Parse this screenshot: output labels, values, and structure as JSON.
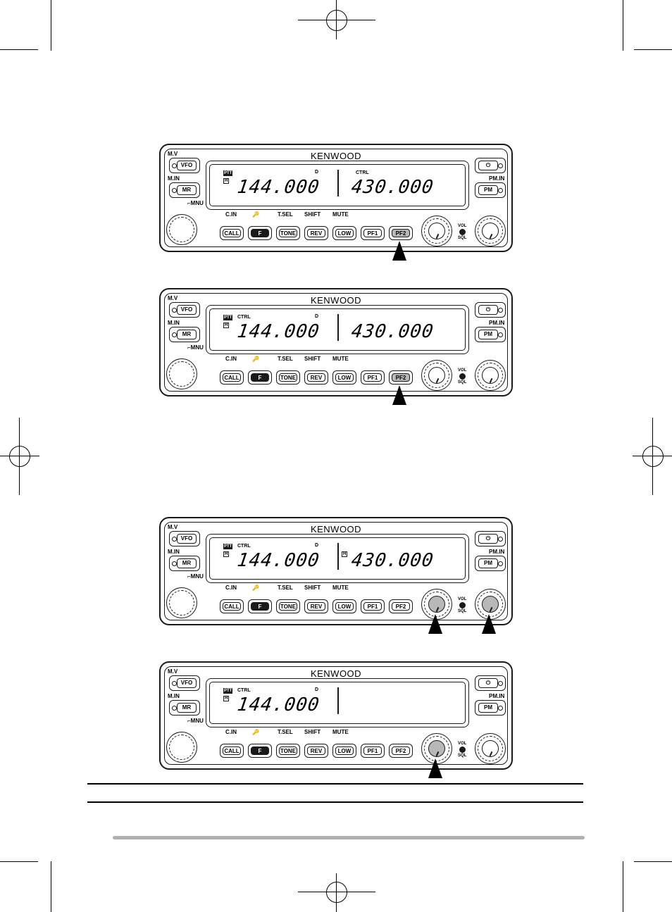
{
  "brand": "KENWOOD",
  "labels": {
    "mv": "M.V",
    "min": "M.IN",
    "mnu": "MNU",
    "pmin": "PM.IN",
    "cin": "C.IN",
    "tsel": "T.SEL",
    "shift": "SHIFT",
    "mute": "MUTE",
    "vol": "VOL",
    "sql": "SQL",
    "ptt": "PTT",
    "h": "H",
    "ctrl": "CTRL",
    "d": "D"
  },
  "side_buttons": {
    "vfo": "VFO",
    "mr": "MR",
    "power": "⏻",
    "pm": "PM"
  },
  "keys": [
    "CALL",
    "F",
    "TONE",
    "REV",
    "LOW",
    "PF1",
    "PF2"
  ],
  "panels": [
    {
      "left_freq": "144.000",
      "right_freq": "430.000",
      "left_ctrl": "",
      "right_ctrl": "CTRL",
      "show_right": true,
      "right_h": false,
      "pressed_key": "PF2",
      "pressed_knobs": []
    },
    {
      "left_freq": "144.000",
      "right_freq": "430.000",
      "left_ctrl": "CTRL",
      "right_ctrl": "",
      "show_right": true,
      "right_h": false,
      "pressed_key": "PF2",
      "pressed_knobs": []
    },
    {
      "left_freq": "144.000",
      "right_freq": "430.000",
      "left_ctrl": "CTRL",
      "right_ctrl": "",
      "show_right": true,
      "right_h": true,
      "pressed_key": "",
      "pressed_knobs": [
        "left",
        "right"
      ]
    },
    {
      "left_freq": "144.000",
      "right_freq": "",
      "left_ctrl": "CTRL",
      "right_ctrl": "",
      "show_right": false,
      "right_h": false,
      "pressed_key": "",
      "pressed_knobs": [
        "left"
      ]
    }
  ]
}
